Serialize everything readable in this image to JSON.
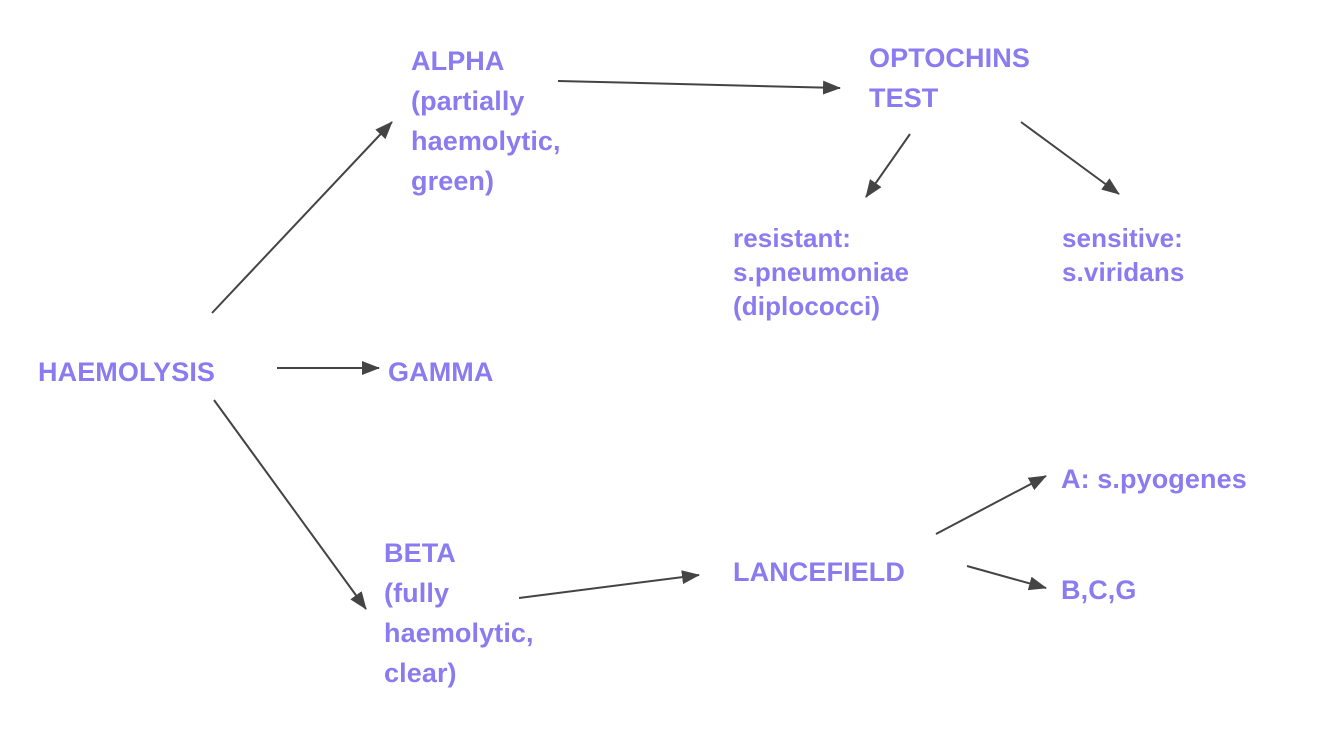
{
  "diagram": {
    "title": "HAEMOLYSIS classification flowchart",
    "text_color": "#8b7bf0",
    "arrow_color": "#444444",
    "background": "#ffffff",
    "nodes": {
      "haemolysis": "HAEMOLYSIS",
      "alpha": "ALPHA\n(partially\nhaemolytic,\ngreen)",
      "gamma": "GAMMA",
      "beta": "BETA\n(fully\nhaemolytic,\nclear)",
      "optochins_test": "OPTOCHINS\nTEST",
      "resistant": "resistant:\ns.pneumoniae\n(diplococci)",
      "sensitive": "sensitive:\ns.viridans",
      "lancefield": "LANCEFIELD",
      "group_a": "A: s.pyogenes",
      "group_bcg": "B,C,G"
    },
    "edges": [
      {
        "name": "haemolysis-to-alpha",
        "from": "haemolysis",
        "to": "alpha"
      },
      {
        "name": "haemolysis-to-gamma",
        "from": "haemolysis",
        "to": "gamma"
      },
      {
        "name": "haemolysis-to-beta",
        "from": "haemolysis",
        "to": "beta"
      },
      {
        "name": "alpha-to-optochins-test",
        "from": "alpha",
        "to": "optochins_test"
      },
      {
        "name": "optochins-test-to-resistant",
        "from": "optochins_test",
        "to": "resistant"
      },
      {
        "name": "optochins-test-to-sensitive",
        "from": "optochins_test",
        "to": "sensitive"
      },
      {
        "name": "beta-to-lancefield",
        "from": "beta",
        "to": "lancefield"
      },
      {
        "name": "lancefield-to-group-a",
        "from": "lancefield",
        "to": "group_a"
      },
      {
        "name": "lancefield-to-group-bcg",
        "from": "lancefield",
        "to": "group_bcg"
      }
    ]
  }
}
